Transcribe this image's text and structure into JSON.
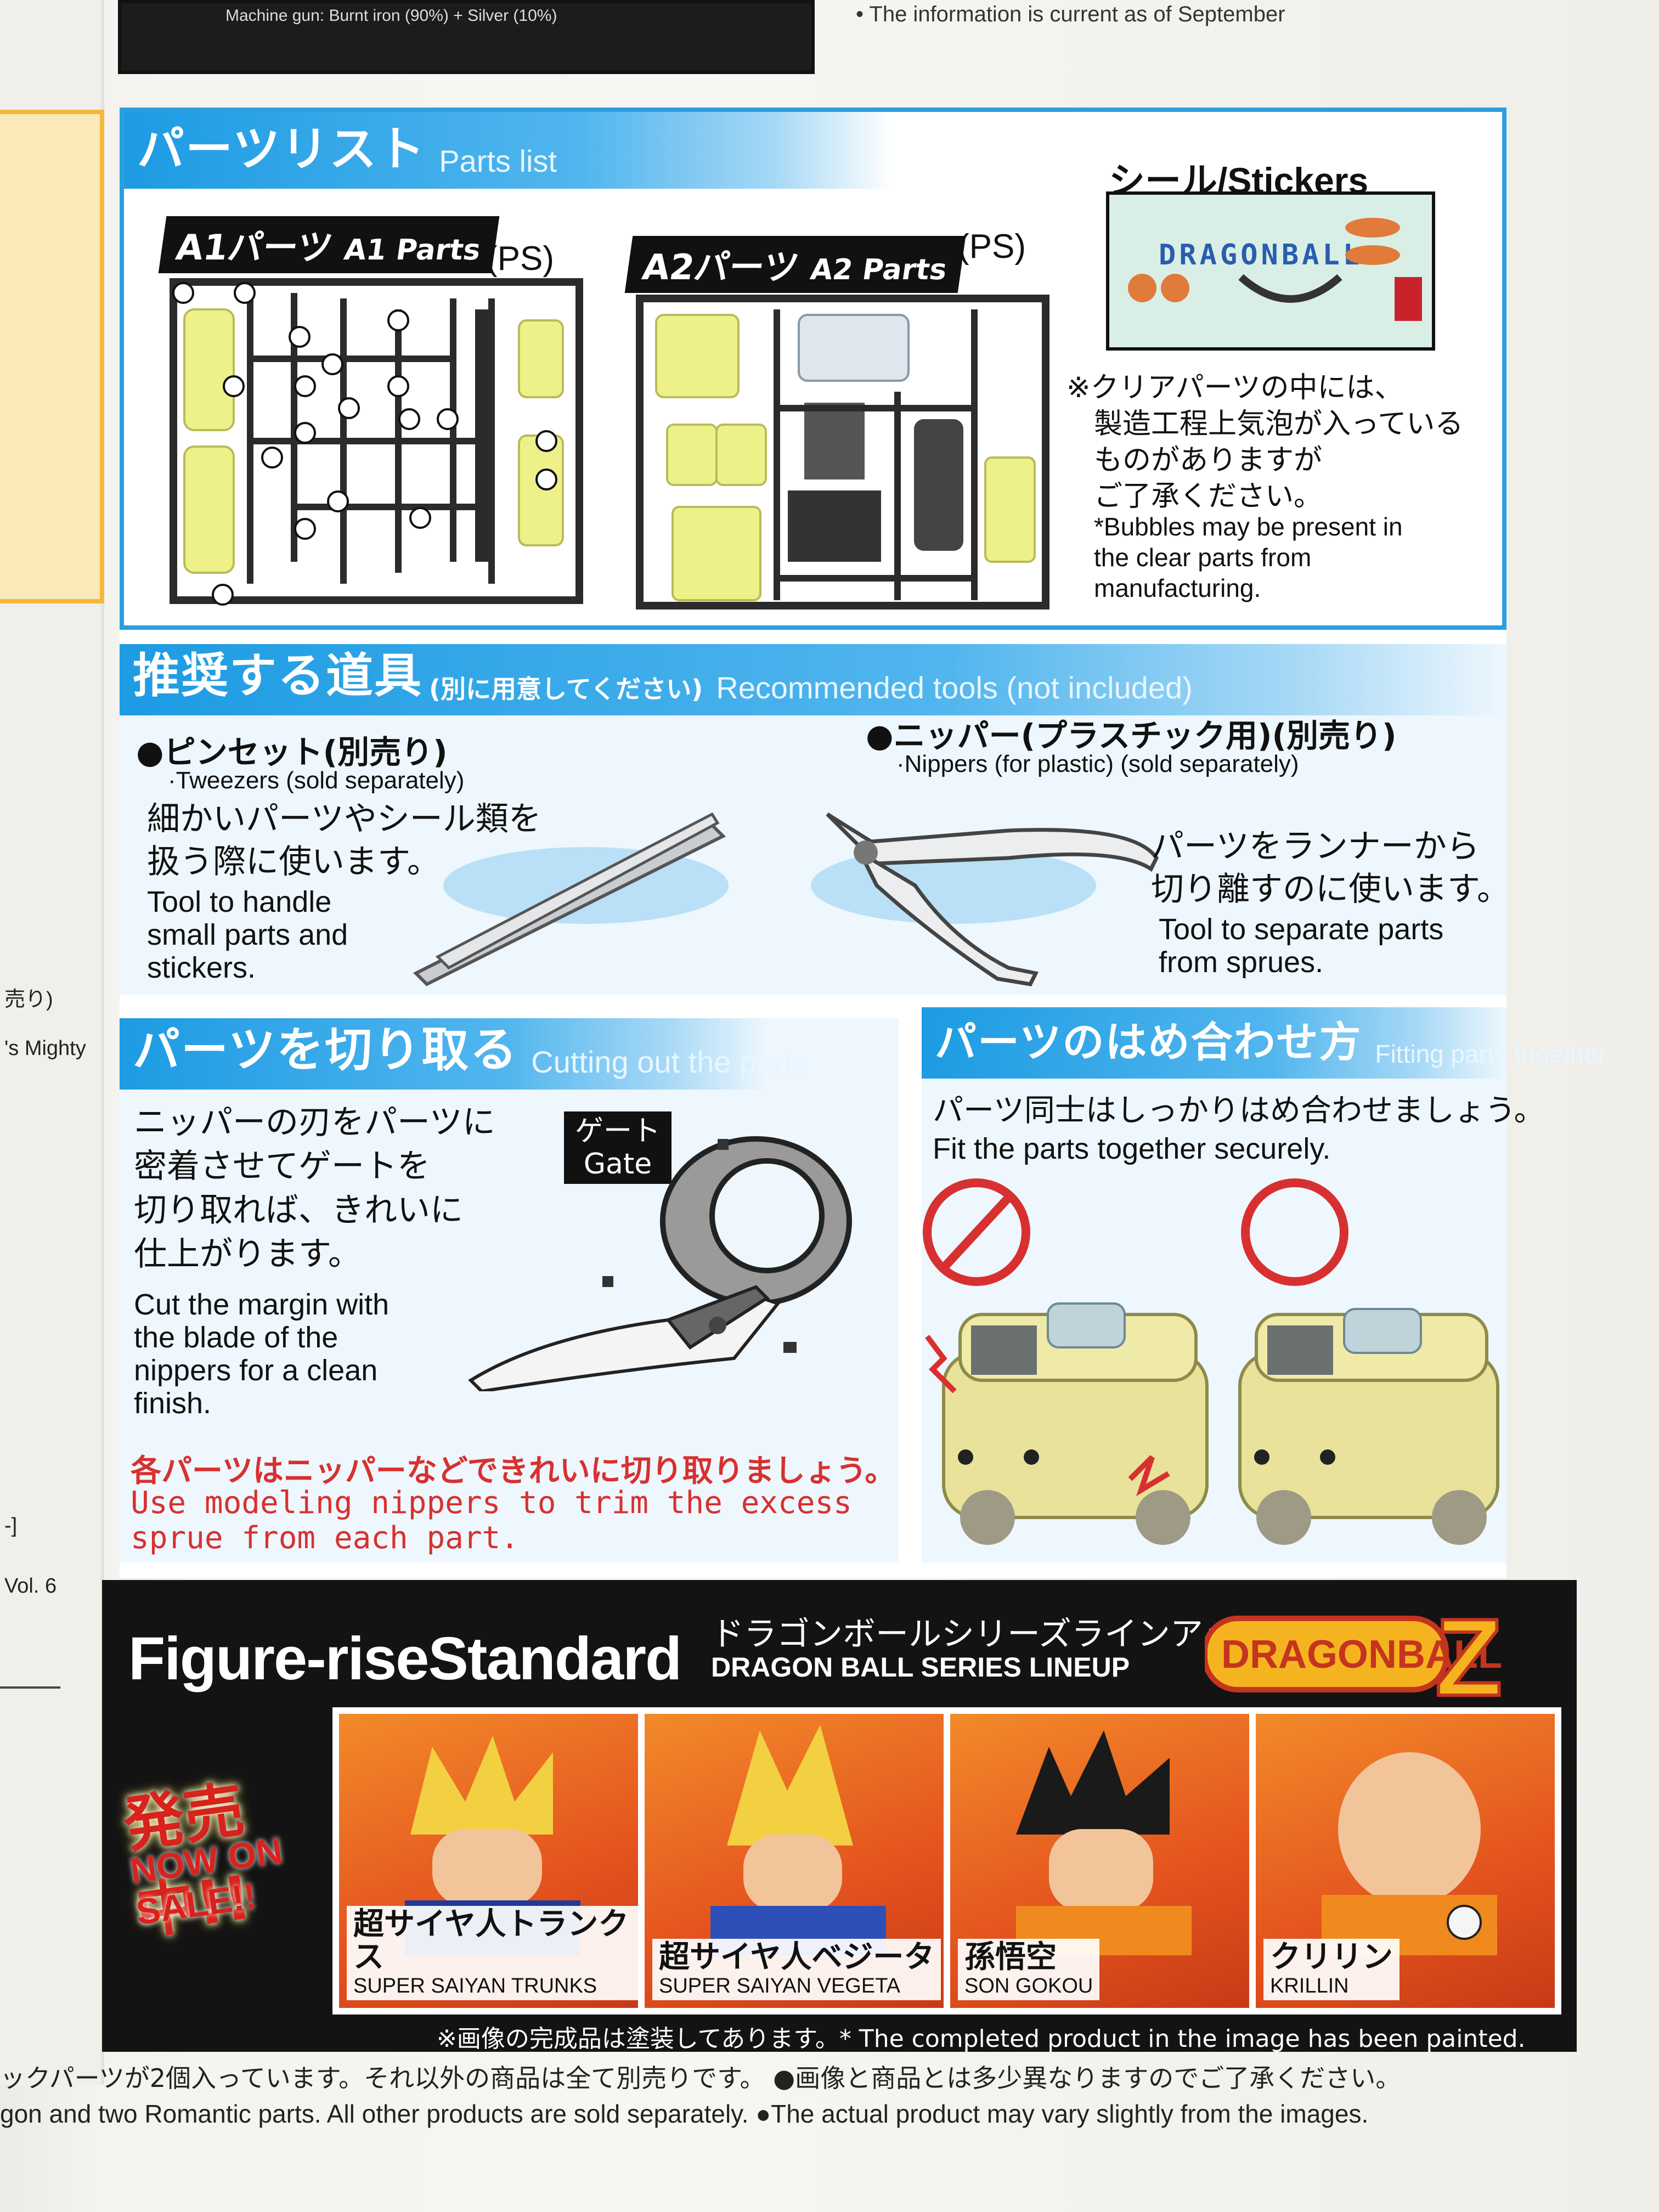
{
  "top": {
    "machine_gun_note": "Machine gun: Burnt iron (90%) + Silver (10%)",
    "info_note": "• The information is current as of September"
  },
  "left_margin": {
    "note_1": "売り)",
    "note_2": "'s Mighty",
    "note_3": "-]",
    "note_4": "Vol. 6"
  },
  "parts_list": {
    "title_jp": "パーツリスト",
    "title_en": "Parts list",
    "a1_tag_jp": "A1パーツ",
    "a1_tag_en": "A1 Parts",
    "a1_material": "(PS)",
    "a2_tag_jp": "A2パーツ",
    "a2_tag_en": "A2 Parts",
    "a2_material": "(PS)",
    "stickers_title": "シール/Stickers",
    "sticker_text": "DRAGONBALL",
    "note_jp_1": "※クリアパーツの中には、",
    "note_jp_2": "製造工程上気泡が入っている",
    "note_jp_3": "ものがありますが",
    "note_jp_4": "ご了承ください。",
    "note_en_1": "*Bubbles may be present in",
    "note_en_2": "the clear parts from",
    "note_en_3": "manufacturing."
  },
  "tools": {
    "title_jp": "推奨する道具",
    "title_jp_sub": "(別に用意してください)",
    "title_en": "Recommended tools (not included)",
    "tweezers_jp": "●ピンセット(別売り)",
    "tweezers_en": "·Tweezers (sold separately)",
    "tweezers_desc_jp_1": "細かいパーツやシール類を",
    "tweezers_desc_jp_2": "扱う際に使います。",
    "tweezers_desc_en_1": "Tool to handle",
    "tweezers_desc_en_2": "small parts and",
    "tweezers_desc_en_3": "stickers.",
    "nippers_jp": "●ニッパー(プラスチック用)(別売り)",
    "nippers_en": "·Nippers (for plastic) (sold separately)",
    "nippers_desc_jp_1": "パーツをランナーから",
    "nippers_desc_jp_2": "切り離すのに使います。",
    "nippers_desc_en_1": "Tool to separate parts",
    "nippers_desc_en_2": "from sprues."
  },
  "cutting": {
    "title_jp": "パーツを切り取る",
    "title_en": "Cutting out the parts",
    "body_jp_1": "ニッパーの刃をパーツに",
    "body_jp_2": "密着させてゲートを",
    "body_jp_3": "切り取れば、きれいに",
    "body_jp_4": "仕上がります。",
    "gate_jp": "ゲート",
    "gate_en": "Gate",
    "body_en_1": "Cut the margin with",
    "body_en_2": "the blade of the",
    "body_en_3": "nippers for a clean",
    "body_en_4": "finish.",
    "warn_jp": "各パーツはニッパーなどできれいに切り取りましょう。",
    "warn_en_1": "Use modeling nippers to trim the excess",
    "warn_en_2": "sprue from each part."
  },
  "fitting": {
    "title_jp": "パーツのはめ合わせ方",
    "title_en": "Fitting parts together",
    "body_jp": "パーツ同士はしっかりはめ合わせましょう。",
    "body_en": "Fit the parts together securely."
  },
  "lineup": {
    "brand": "Figure-riseStandard",
    "title_jp": "ドラゴンボールシリーズラインアップ",
    "title_en": "DRAGON BALL SERIES LINEUP",
    "logo_text": "DRAGONBALL",
    "logo_letter": "Z",
    "sale_jp": "発売中!!",
    "sale_en": "NOW ON SALE!!",
    "products": [
      {
        "jp": "超サイヤ人トランクス",
        "en": "SUPER SAIYAN TRUNKS"
      },
      {
        "jp": "超サイヤ人ベジータ",
        "en": "SUPER SAIYAN VEGETA"
      },
      {
        "jp": "孫悟空",
        "en": "SON GOKOU"
      },
      {
        "jp": "クリリン",
        "en": "KRILLIN"
      }
    ],
    "note": "※画像の完成品は塗装してあります。* The completed product in the image has been painted."
  },
  "footer": {
    "line_jp": "ックパーツが2個入っています。それ以外の商品は全て別売りです。 ●画像と商品とは多少異なりますのでご了承ください。",
    "line_en": "gon and two Romantic parts. All other products are sold separately. ●The actual product may vary slightly from the images."
  },
  "colors": {
    "accent_blue": "#1d9be3",
    "panel_blue": "#eef7fd",
    "warning_red": "#d83030",
    "lineup_black": "#131313",
    "sale_red": "#d8221c",
    "card_orange": "#e4531e",
    "parts_yellow": "#eef08a"
  }
}
